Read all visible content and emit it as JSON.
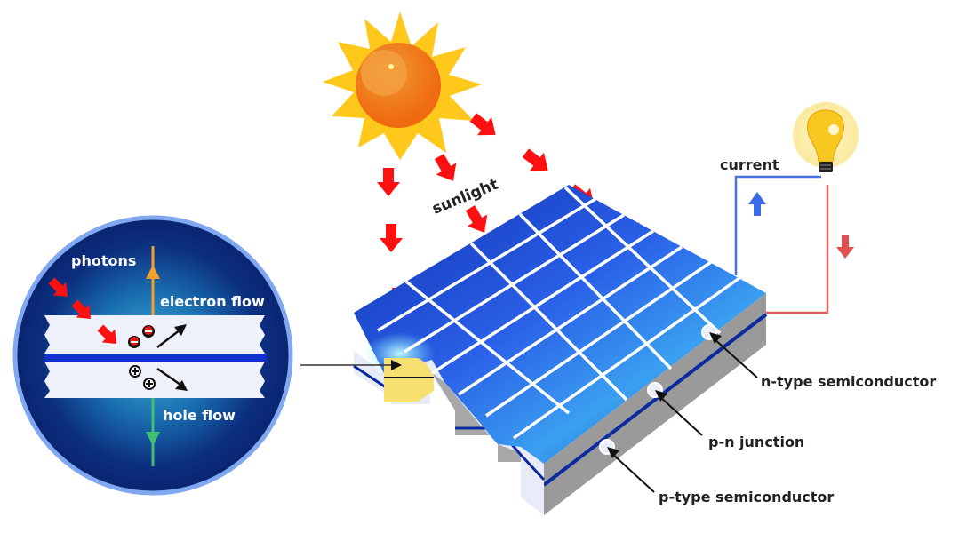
{
  "labels": {
    "sunlight": "sunlight",
    "current": "current",
    "photons": "photons",
    "electron_flow": "electron flow",
    "hole_flow": "hole flow",
    "n_type": "n-type semiconductor",
    "pn_junction": "p-n junction",
    "p_type": "p-type semiconductor"
  },
  "icons": {
    "sun": "sun-icon",
    "light_bulb": "light-bulb-icon",
    "electron": "minus-particle",
    "hole": "plus-particle"
  },
  "colors": {
    "sunlight_arrow": "#ff0000",
    "inset_background": "#0b2b7a",
    "inset_border": "#7fa8f0",
    "panel_blue": "#1f4fe0",
    "panel_side": "#9a9a9a",
    "electron_flow": "#f0a030",
    "hole_flow": "#40c070",
    "circuit_positive": "#4a70e0",
    "circuit_negative": "#e06060"
  }
}
